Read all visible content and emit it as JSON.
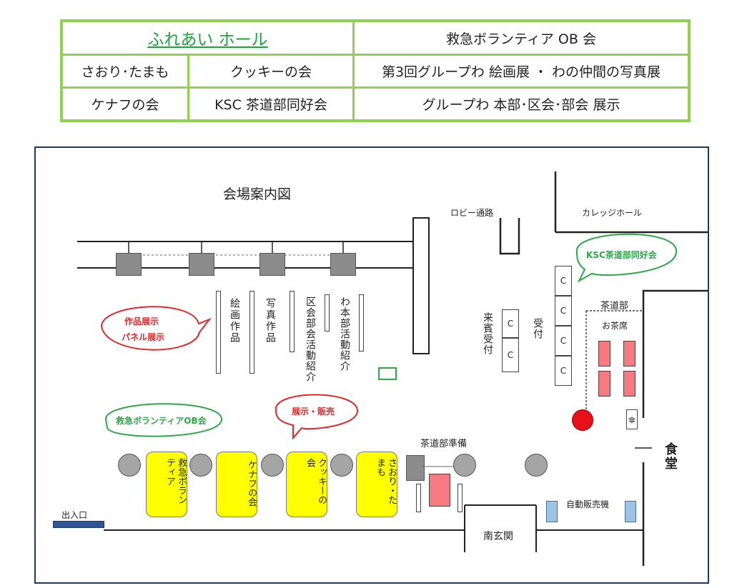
{
  "header_table": {
    "hall_title": "ふれあい ホール",
    "r1c2": "救急ボランティア OB 会",
    "r2c1": "さおり･たまも",
    "r2c2": "クッキーの会",
    "r2c3": "第3回グループわ 絵画展 ・ わの仲間の写真展",
    "r3c1": "ケナフの会",
    "r3c2": "KSC 茶道部同好会",
    "r3c3": "グループわ 本部･区会･部会 展示"
  },
  "map": {
    "title": "会場案内図",
    "lobby": "ロビー通路",
    "college_hall": "カレッジホール",
    "bubble_ksc": "KSC茶道部同好会",
    "bubble_works_1": "作品展示",
    "bubble_works_2": "パネル展示",
    "bubble_ob": "救急ボランティアOB会",
    "bubble_sale": "展示・販売",
    "col_painting": "絵画作品",
    "col_photo": "写真作品",
    "col_district": "区会部会活動紹介",
    "col_hq": "わ本部活動紹介",
    "guest_reception": "来賓受付",
    "reception": "受付",
    "sado_club": "茶道部",
    "tea_seat": "お茶席",
    "c_label": "C",
    "sado_prep": "茶道部準備",
    "umbrella": "傘",
    "dining": "食堂",
    "vending": "自動販売機",
    "south_entrance": "南玄関",
    "exit": "出入口",
    "yb_ob": "救急ボランティア",
    "yb_kenaf": "ケナフの会",
    "yb_cookie": "クッキーの会",
    "yb_saori": "さおり・たまも"
  },
  "colors": {
    "green_border": "#92d050",
    "hall_green": "#1aa53a",
    "bubble_green": "#2ea84a",
    "bubble_red": "#e0292b",
    "yellow": "#ffff00",
    "pink": "#f77a82",
    "red_dot": "#e8101a",
    "map_border": "#1f3864"
  }
}
